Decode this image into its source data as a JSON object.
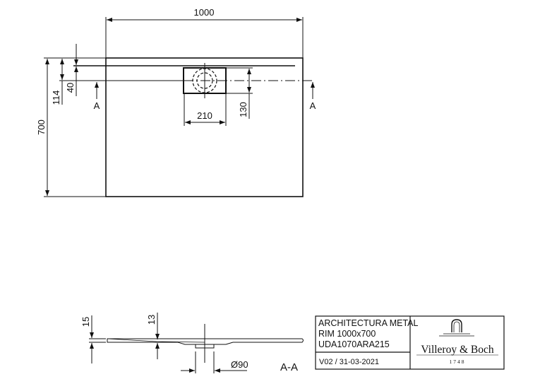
{
  "plan_view": {
    "width_dim": "1000",
    "depth_dim": "700",
    "drain_offset_dim": "114",
    "channel_offset_dim": "40",
    "drain_box_width_dim": "210",
    "drain_box_depth_dim": "130",
    "section_marker_left": "A",
    "section_marker_right": "A"
  },
  "section_view": {
    "label": "A-A",
    "thickness_dim": "15",
    "rim_dim": "13",
    "drain_diameter_dim": "Ø90"
  },
  "title_block": {
    "product_line": "ARCHITECTURA METAL",
    "product_size": "RIM 1000x700",
    "article_number": "UDA1070ARA215",
    "version_date": "V02 / 31-03-2021",
    "brand_name": "Villeroy & Boch",
    "brand_year": "1748"
  },
  "colors": {
    "line": "#111111",
    "background": "#ffffff"
  }
}
